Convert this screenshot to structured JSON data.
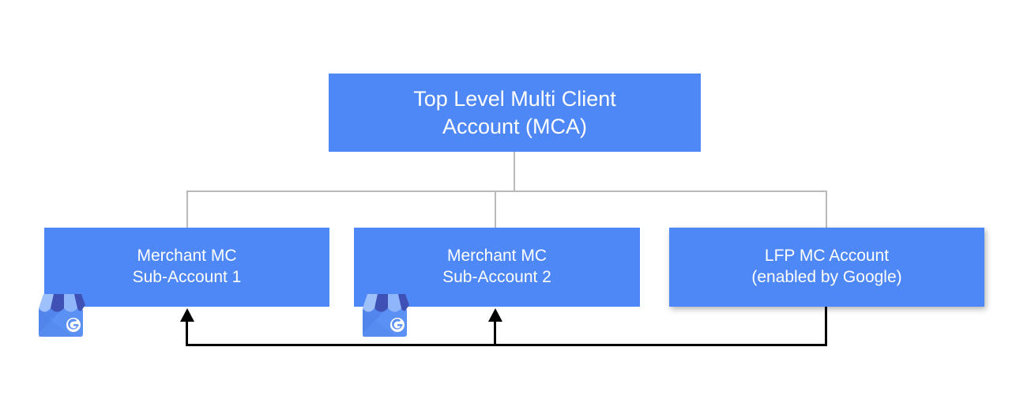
{
  "diagram": {
    "title": "Google Merchant Center account hierarchy",
    "background_color": "#ffffff",
    "node_color": "#4e88f7",
    "node_text_color": "#ffffff",
    "tree_connector_color": "#b9b9b9",
    "feedback_connector_color": "#000000",
    "nodes": [
      {
        "id": "top",
        "label": "Top Level Multi Client\nAccount (MCA)",
        "line1": "Top Level Multi Client",
        "line2": "Account (MCA)"
      },
      {
        "id": "sub1",
        "label": "Merchant MC\nSub-Account 1",
        "line1": "Merchant MC",
        "line2": "Sub-Account 1"
      },
      {
        "id": "sub2",
        "label": "Merchant MC\nSub-Account 2",
        "line1": "Merchant MC",
        "line2": "Sub-Account 2"
      },
      {
        "id": "lfp",
        "label": "LFP MC Account\n(enabled by Google)",
        "line1": "LFP MC Account",
        "line2": "(enabled by Google)"
      }
    ],
    "icons": [
      {
        "id": "gmb-1",
        "name": "google-my-business-icon",
        "glyph_letter": "G"
      },
      {
        "id": "gmb-2",
        "name": "google-my-business-icon",
        "glyph_letter": "G"
      }
    ]
  }
}
